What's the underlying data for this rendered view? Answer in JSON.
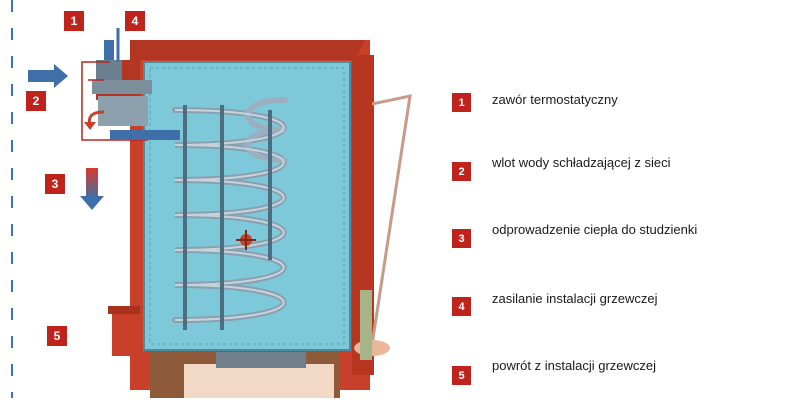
{
  "colors": {
    "badge": "#c0221c",
    "boiler_shell": "#c8402a",
    "water": "#7ec9d9",
    "coil": "#8aa0b0",
    "arrow_blue": "#3f6fa8",
    "dashed_line": "#3a6fd0"
  },
  "diagram": {
    "markers": [
      {
        "id": "1",
        "label": "1"
      },
      {
        "id": "4",
        "label": "4"
      },
      {
        "id": "2",
        "label": "2"
      },
      {
        "id": "3",
        "label": "3"
      },
      {
        "id": "5",
        "label": "5"
      }
    ]
  },
  "legend": [
    {
      "number": "1",
      "text": "zawór termostatyczny"
    },
    {
      "number": "2",
      "text": "wlot wody schładzającej z sieci"
    },
    {
      "number": "3",
      "text": "odprowadzenie ciepła do studzienki"
    },
    {
      "number": "4",
      "text": "zasilanie instalacji grzewczej"
    },
    {
      "number": "5",
      "text": "powrót z instalacji grzewczej"
    }
  ]
}
